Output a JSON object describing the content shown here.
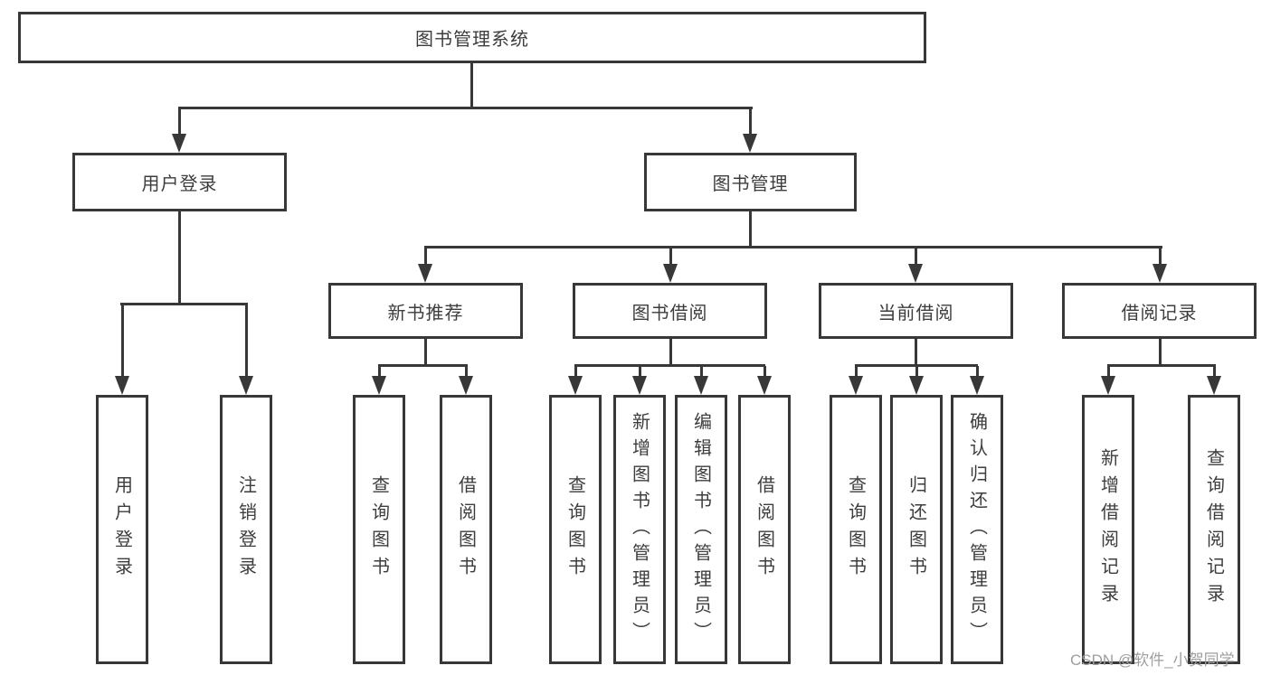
{
  "tree": {
    "label": "图书管理系统",
    "children": [
      {
        "label": "用户登录",
        "children": [
          {
            "label": "用户登录"
          },
          {
            "label": "注销登录"
          }
        ]
      },
      {
        "label": "图书管理",
        "children": [
          {
            "label": "新书推荐",
            "children": [
              {
                "label": "查询图书"
              },
              {
                "label": "借阅图书"
              }
            ]
          },
          {
            "label": "图书借阅",
            "children": [
              {
                "label": "查询图书"
              },
              {
                "label": "新增图书（管理员）"
              },
              {
                "label": "编辑图书（管理员）"
              },
              {
                "label": "借阅图书"
              }
            ]
          },
          {
            "label": "当前借阅",
            "children": [
              {
                "label": "查询图书"
              },
              {
                "label": "归还图书"
              },
              {
                "label": "确认归还（管理员）"
              }
            ]
          },
          {
            "label": "借阅记录",
            "children": [
              {
                "label": "新增借阅记录"
              },
              {
                "label": "查询借阅记录"
              }
            ]
          }
        ]
      }
    ]
  },
  "watermark": {
    "text": "CSDN @软件_小贺同学"
  },
  "colors": {
    "line": "#383838",
    "text": "#3d3d3d",
    "watermark": "#9e9e9e",
    "background": "#ffffff"
  }
}
